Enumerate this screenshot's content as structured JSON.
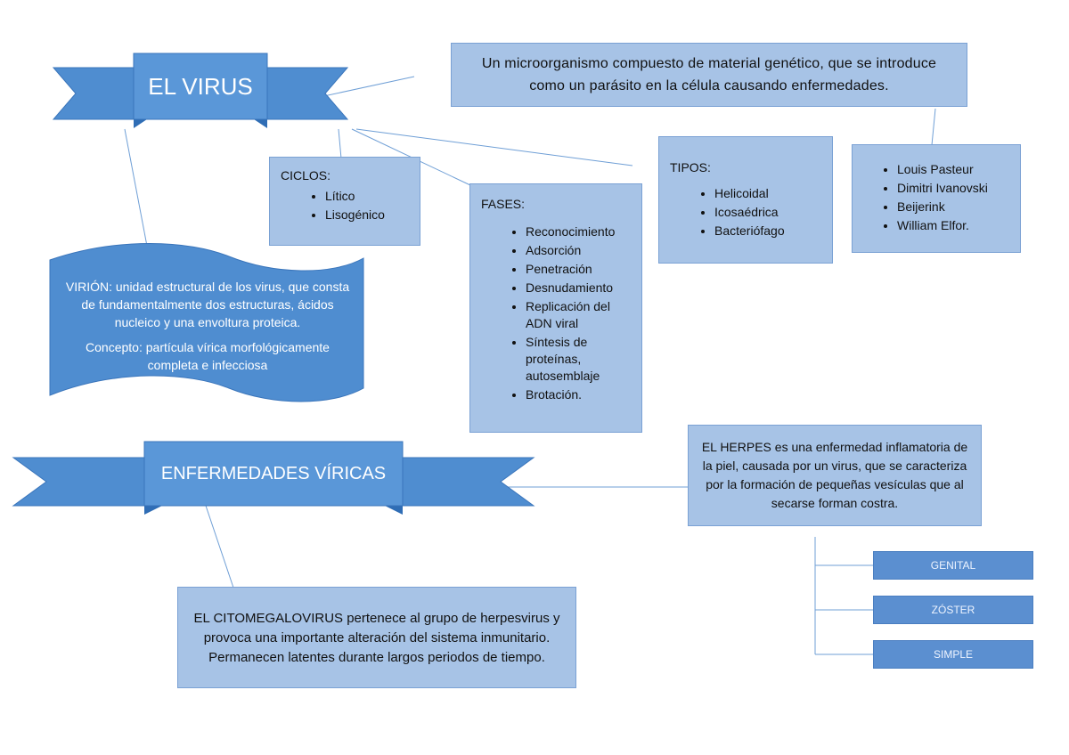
{
  "title": "EL VIRUS",
  "definition": "Un microorganismo compuesto de material genético, que se introduce como un parásito en la célula causando enfermedades.",
  "ciclos": {
    "title": "CICLOS:",
    "items": [
      "Lítico",
      "Lisogénico"
    ]
  },
  "fases": {
    "title": "FASES:",
    "items": [
      "Reconocimiento",
      "Adsorción",
      "Penetración",
      "Desnudamiento",
      "Replicación del ADN viral",
      "Síntesis de proteínas, autosemblaje",
      "Brotación."
    ]
  },
  "tipos": {
    "title": "TIPOS:",
    "items": [
      "Helicoidal",
      "Icosaédrica",
      "Bacteriófago"
    ]
  },
  "scientists": {
    "items": [
      "Louis Pasteur",
      "Dimitri Ivanovski",
      "Beijerink",
      "William Elfor."
    ]
  },
  "virion": {
    "text1": "VIRIÓN: unidad estructural de los virus, que consta de fundamentalmente dos estructuras, ácidos nucleico y una envoltura proteica.",
    "text2": "Concepto: partícula vírica morfológicamente completa e infecciosa"
  },
  "enfermedades_title": "ENFERMEDADES VÍRICAS",
  "citomegalovirus": "EL CITOMEGALOVIRUS pertenece al grupo de herpesvirus y provoca una importante alteración del sistema inmunitario. Permanecen latentes durante largos periodos de tiempo.",
  "herpes": {
    "description": "EL HERPES  es una enfermedad inflamatoria de la piel, causada por un virus, que se caracteriza por la formación de pequeñas vesículas que al secarse forman costra.",
    "types": [
      "GENITAL",
      "ZÓSTER",
      "SIMPLE"
    ]
  },
  "colors": {
    "ribbon": "#4f8dd0",
    "ribbon_dark": "#2f6db5",
    "box": "#a7c3e6",
    "box_border": "#7aa1d4",
    "line": "#6f9fd6"
  }
}
